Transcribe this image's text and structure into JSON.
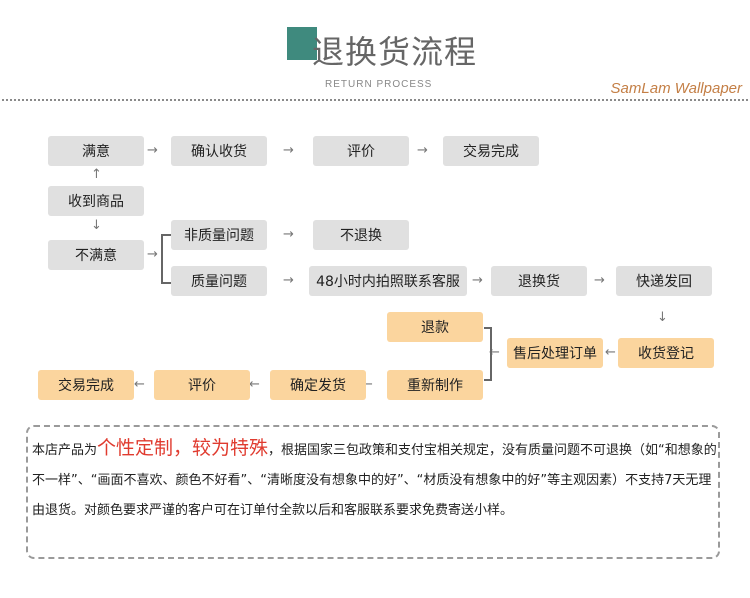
{
  "header": {
    "title": "退换货流程",
    "subtitle": "RETURN PROCESS",
    "brand": "SamLam Wallpaper",
    "accent_color": "#3f8a7e"
  },
  "flow": {
    "satisfied": "满意",
    "confirm_receipt": "确认收货",
    "review": "评价",
    "deal_complete": "交易完成",
    "received_goods": "收到商品",
    "unsatisfied": "不满意",
    "non_quality_issue": "非质量问题",
    "no_return": "不退换",
    "quality_issue": "质量问题",
    "contact_service": "48小时内拍照联系客服",
    "return_exchange": "退换货",
    "express_return": "快递发回",
    "receipt_register": "收货登记",
    "after_sales_order": "售后处理订单",
    "refund": "退款",
    "remake": "重新制作",
    "confirm_ship": "确定发货",
    "review_2": "评价",
    "deal_complete_2": "交易完成"
  },
  "notice": {
    "prefix": "本店产品为",
    "highlight": "个性定制，较为特殊",
    "body": "，根据国家三包政策和支付宝相关规定，没有质量问题不可退换（如“和想象的不一样”、“画面不喜欢、颜色不好看”、“清晰度没有想象中的好”、“材质没有想象中的好”等主观因素）不支持7天无理由退货。对颜色要求严谨的客户可在订单付全款以后和客服联系要求免费寄送小样。"
  }
}
